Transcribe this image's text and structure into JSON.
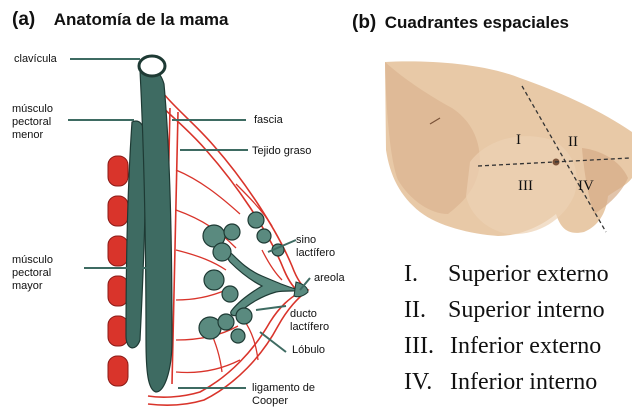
{
  "panel_a": {
    "tag": "(a)",
    "title": "Anatomía de la mama",
    "labels": {
      "clavicula": "clavícula",
      "pectoral_menor": [
        "músculo",
        "pectoral",
        "menor"
      ],
      "fascia": "fascia",
      "tejido_graso": "Tejido graso",
      "sino_lactifero": [
        "sino",
        "lactífero"
      ],
      "areola": "areola",
      "pectoral_mayor": [
        "músculo",
        "pectoral",
        "mayor"
      ],
      "ducto_lactifero": [
        "ducto",
        "lactífero"
      ],
      "lobulo": "Lóbulo",
      "ligamento": [
        "ligamento de",
        "Cooper"
      ]
    }
  },
  "panel_b": {
    "tag": "(b)",
    "title": "Cuadrantes espaciales",
    "quadrant_marks": [
      "I",
      "II",
      "III",
      "IV"
    ],
    "legend": [
      {
        "num": "I.",
        "text": "Superior externo"
      },
      {
        "num": "II.",
        "text": "Superior interno"
      },
      {
        "num": "III.",
        "text": "Inferior externo"
      },
      {
        "num": "IV.",
        "text": "Inferior interno"
      }
    ]
  },
  "colors": {
    "muscle": "#3e6b62",
    "muscle_light": "#5a8a7f",
    "tissue_red": "#d9342b",
    "outline": "#222222",
    "skin": "#e6c8a8",
    "skin_shadow": "#c89d7a"
  }
}
